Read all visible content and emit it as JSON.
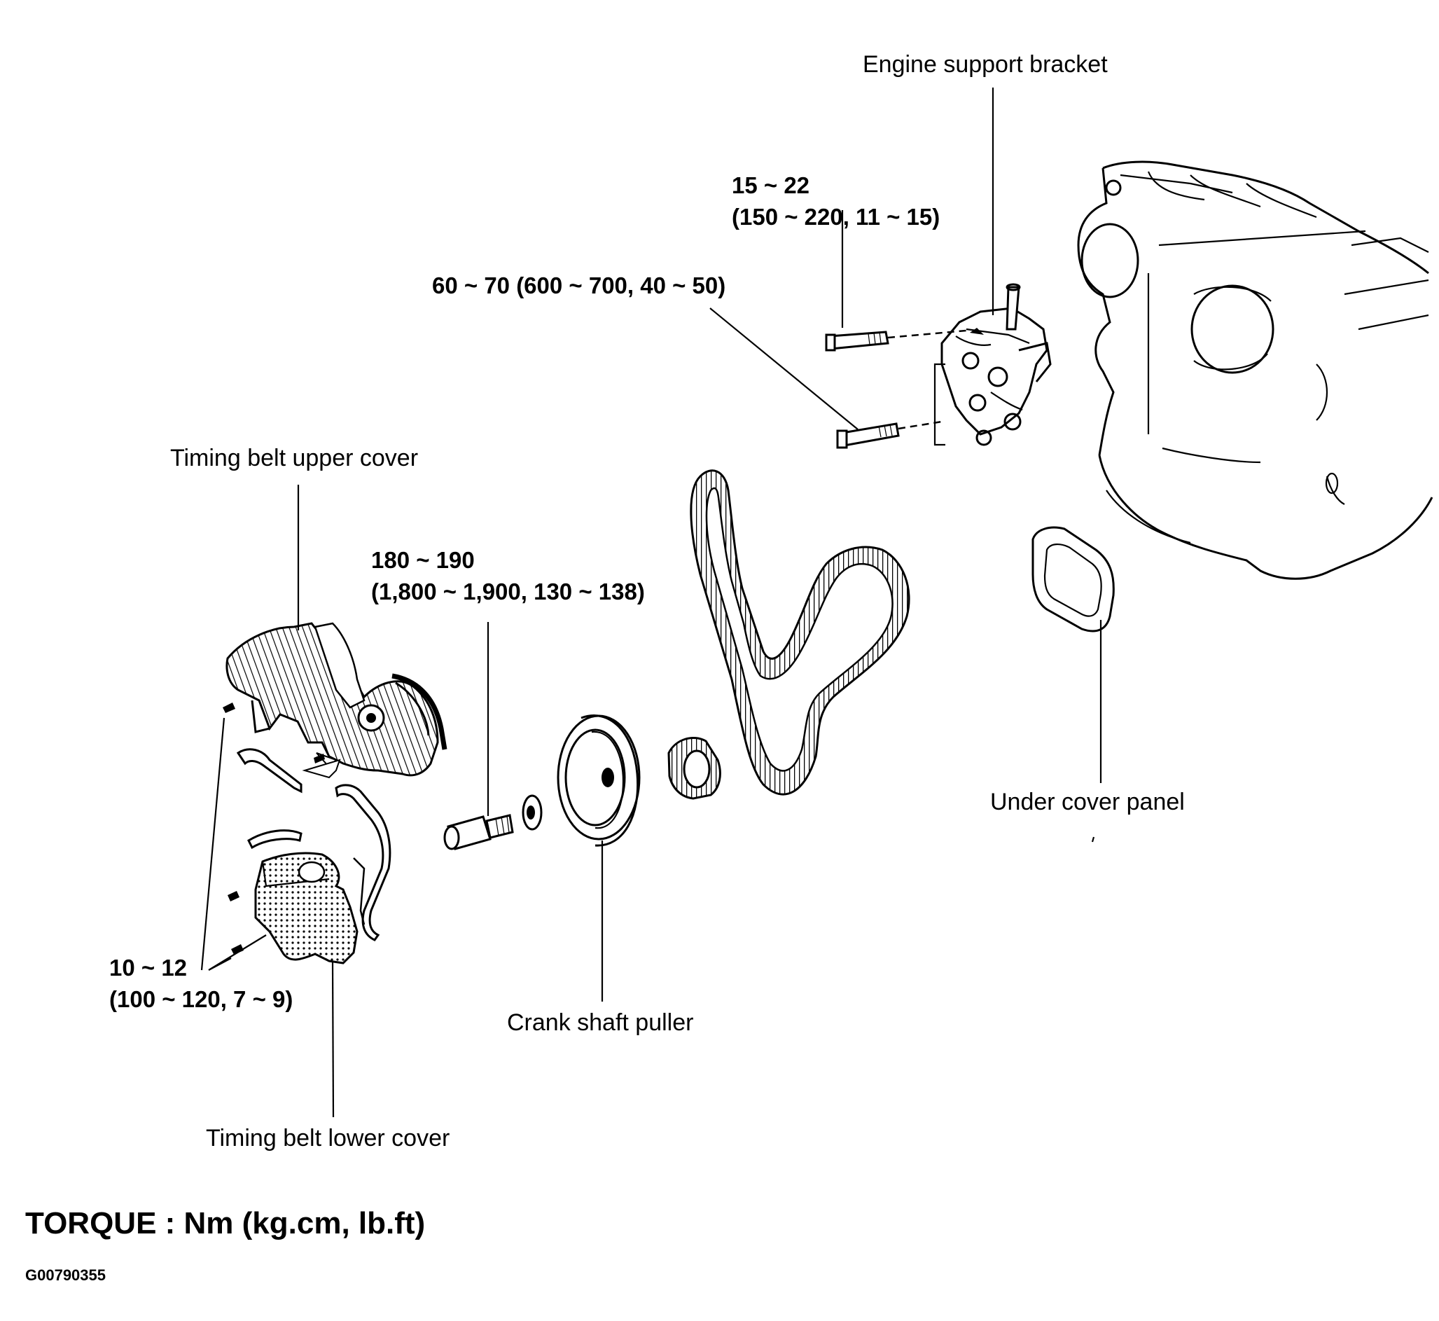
{
  "labels": {
    "engine_support_bracket": "Engine support bracket",
    "timing_belt_upper_cover": "Timing belt upper cover",
    "under_cover_panel": "Under cover panel",
    "crank_shaft_puller": "Crank shaft puller",
    "timing_belt_lower_cover": "Timing belt lower cover"
  },
  "torques": {
    "bracket_bolt_upper": {
      "line1": "15 ~ 22",
      "line2": "(150 ~ 220, 11 ~ 15)"
    },
    "bracket_bolt_lower": {
      "line1": "60 ~ 70  (600 ~ 700, 40 ~ 50)"
    },
    "crank_bolt": {
      "line1": "180 ~ 190",
      "line2": "(1,800 ~ 1,900, 130 ~ 138)"
    },
    "cover_bolts": {
      "line1": "10 ~ 12",
      "line2": "(100 ~ 120, 7 ~ 9)"
    }
  },
  "legend": "TORQUE : Nm (kg.cm, lb.ft)",
  "figure_id": "G00790355"
}
